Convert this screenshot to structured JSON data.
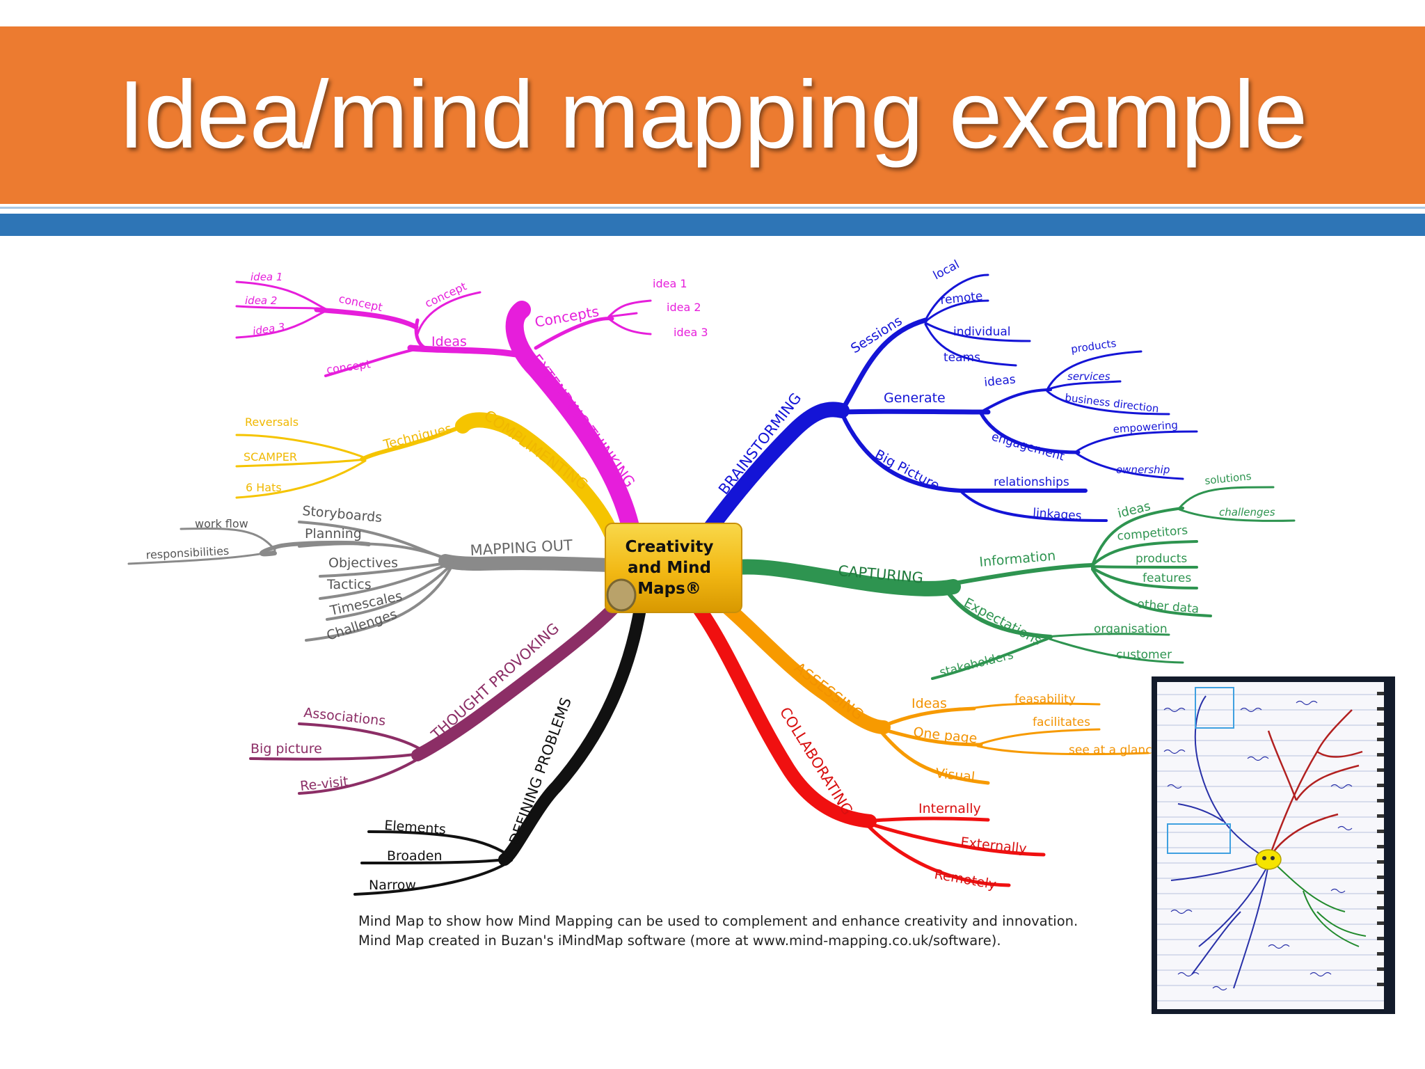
{
  "title": "Idea/mind mapping example",
  "colors": {
    "title_band": "#ec7b30",
    "blue_bar": "#2e75b6",
    "magenta": "#e61edb",
    "yellow": "#f5c400",
    "grey": "#8a8a8a",
    "purple": "#8c2e66",
    "black": "#111111",
    "red": "#f01010",
    "orange": "#f79a00",
    "green": "#2e9450",
    "blue": "#1414d6"
  },
  "mindmap": {
    "center": [
      "Creativity",
      "and Mind",
      "Maps®"
    ],
    "branches": {
      "extending": {
        "label": "EXTENDING THINKING",
        "ideas": "Ideas",
        "concept_a": "concept",
        "concept_b": "concept",
        "concept_c": "concept",
        "idea_1": "idea 1",
        "idea_2": "idea 2",
        "idea_3": "idea 3",
        "concepts": "Concepts",
        "c_idea_1": "idea 1",
        "c_idea_2": "idea 2",
        "c_idea_3": "idea 3"
      },
      "complimenting": {
        "label": "COMPLIMENTING",
        "techniques": "Techniques",
        "reversals": "Reversals",
        "scamper": "SCAMPER",
        "hats": "6 Hats"
      },
      "mapping": {
        "label": "MAPPING OUT",
        "storyboards": "Storyboards",
        "planning": "Planning",
        "work_flow": "work flow",
        "responsibilities": "responsibilities",
        "objectives": "Objectives",
        "tactics": "Tactics",
        "timescales": "Timescales",
        "challenges": "Challenges"
      },
      "thought": {
        "label": "THOUGHT PROVOKING",
        "associations": "Associations",
        "big_picture": "Big picture",
        "revisit": "Re-visit"
      },
      "defining": {
        "label": "DEFINING PROBLEMS",
        "elements": "Elements",
        "broaden": "Broaden",
        "narrow": "Narrow"
      },
      "brainstorming": {
        "label": "BRAINSTORMING",
        "sessions": "Sessions",
        "local": "local",
        "remote": "remote",
        "individual": "individual",
        "teams": "teams",
        "generate": "Generate",
        "ideas": "ideas",
        "products": "products",
        "services": "services",
        "business_direction": "business direction",
        "engagement": "engagement",
        "empowering": "empowering",
        "ownership": "ownership",
        "big_picture": "Big Picture",
        "relationships": "relationships",
        "linkages": "linkages"
      },
      "capturing": {
        "label": "CAPTURING",
        "information": "Information",
        "ideas": "ideas",
        "solutions": "solutions",
        "challenges": "challenges",
        "competitors": "competitors",
        "products": "products",
        "features": "features",
        "other_data": "other data",
        "expectations": "Expectations",
        "organisation": "organisation",
        "customer": "customer",
        "stakeholders": "stakeholders"
      },
      "assessing": {
        "label": "ASSESSING",
        "ideas": "Ideas",
        "feasability": "feasability",
        "one_page": "One page",
        "facilitates": "facilitates",
        "see_at_glance": "see at a glance",
        "visual": "Visual"
      },
      "collaborating": {
        "label": "COLLABORATING",
        "internally": "Internally",
        "externally": "Externally",
        "remotely": "Remotely"
      }
    }
  },
  "caption": {
    "line1": "Mind Map to show how Mind Mapping can be used to complement and enhance creativity and innovation.",
    "line2": "Mind Map created in Buzan's iMindMap software (more at www.mind-mapping.co.uk/software)."
  }
}
